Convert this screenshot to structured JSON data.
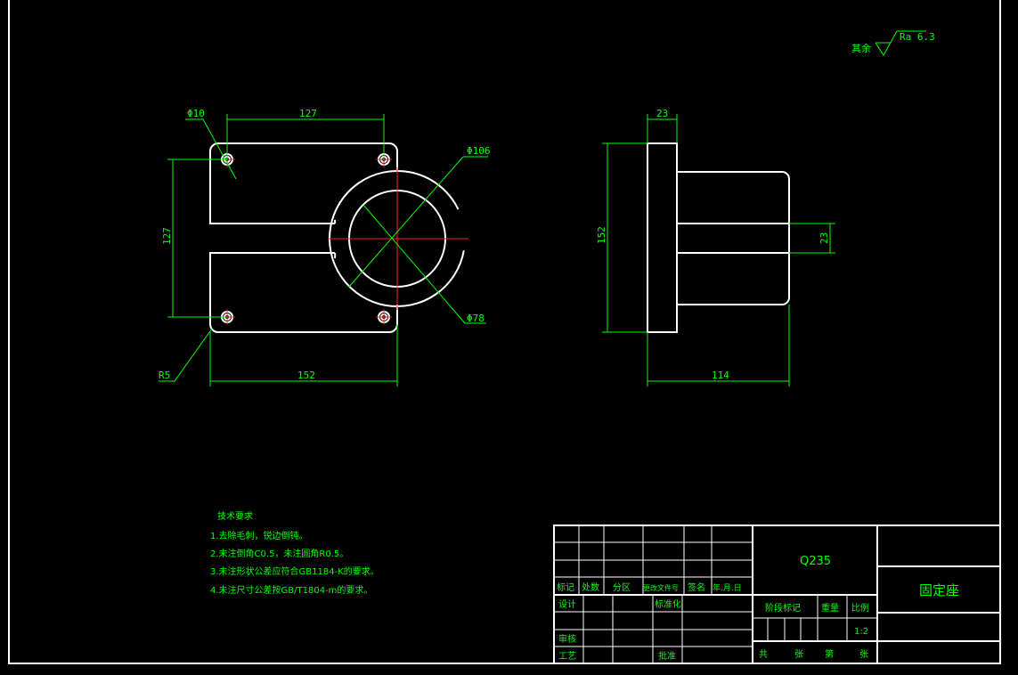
{
  "surface": {
    "roughness_prefix": "其余",
    "roughness_value": "Ra 6.3"
  },
  "front_view": {
    "dim_hole": "Φ10",
    "dim_top": "127",
    "dim_left": "127",
    "dim_outer": "Φ106",
    "dim_inner": "Φ78",
    "dim_radius": "R5",
    "dim_bottom": "152"
  },
  "side_view": {
    "dim_flange": "23",
    "dim_height": "152",
    "dim_slot": "23",
    "dim_length": "114"
  },
  "tech_requirements": {
    "title": "技术要求",
    "items": [
      "1.去除毛刺，锐边倒钝。",
      "2.未注倒角C0.5，未注圆角R0.5。",
      "3.未注形状公差应符合GB1184-K的要求。",
      "4.未注尺寸公差按GB/T1804-m的要求。"
    ]
  },
  "title_block": {
    "material": "Q235",
    "part_name": "固定座",
    "header_labels": [
      "标记",
      "处数",
      "分区",
      "更改文件号",
      "签名",
      "年.月.日"
    ],
    "design": "设计",
    "standardization": "标准化",
    "review": "审核",
    "process": "工艺",
    "approve": "批准",
    "stage_mark": "阶段标记",
    "weight": "重量",
    "scale_label": "比例",
    "scale_value": "1:2",
    "total": "共",
    "sheets": "张",
    "sheet_no": "第",
    "sheets2": "张"
  }
}
